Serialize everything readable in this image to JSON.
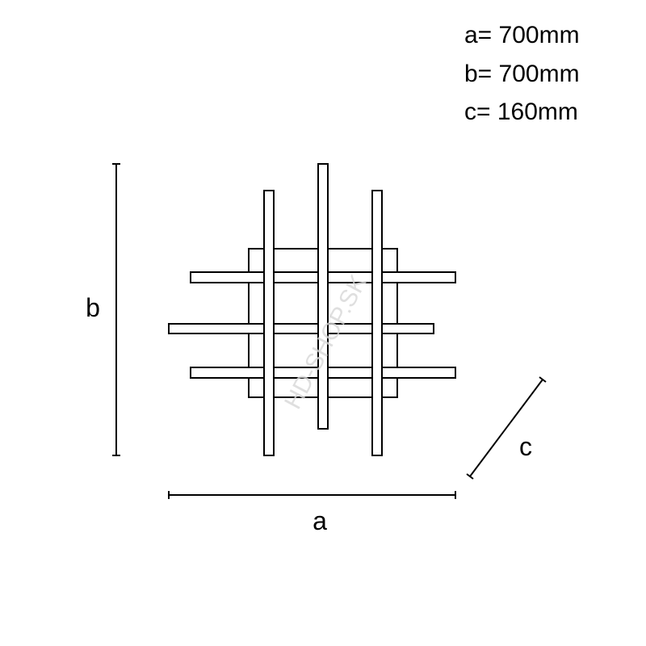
{
  "specs": [
    {
      "label": "a= 700mm"
    },
    {
      "label": "b= 700mm"
    },
    {
      "label": "c= 160mm"
    }
  ],
  "dimension_labels": {
    "a": "a",
    "b": "b",
    "c": "c"
  },
  "watermark": "HD-SHOP.SK",
  "colors": {
    "line": "#000000",
    "background": "#ffffff",
    "watermark": "#d8d8d8"
  }
}
